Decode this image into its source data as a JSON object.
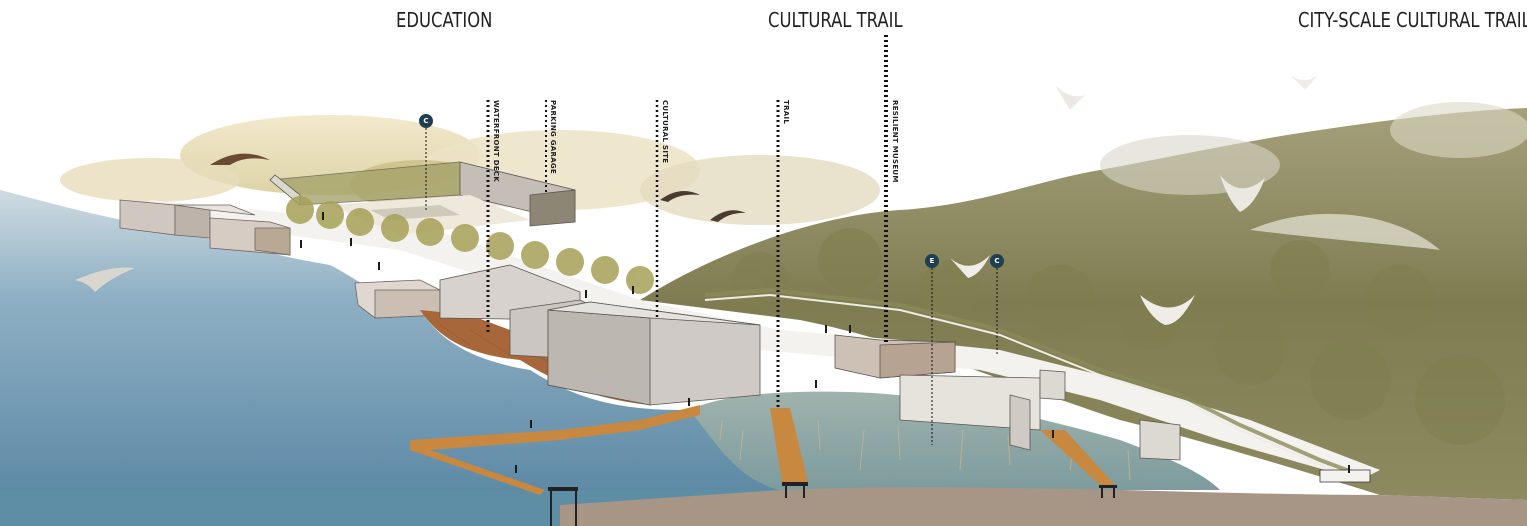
{
  "headings": {
    "education": "EDUCATION",
    "cultural_trail": "CULTURAL TRAIL",
    "city_scale": "CITY-SCALE CULTURAL TRAIL"
  },
  "callouts": [
    {
      "id": "waterfront_deck",
      "label": "WATERFRONT DECK"
    },
    {
      "id": "parking_garage",
      "label": "PARKING GARAGE"
    },
    {
      "id": "cultural_site",
      "label": "CULTURAL SITE"
    },
    {
      "id": "trail",
      "label": "TRAIL"
    },
    {
      "id": "resilient_museum",
      "label": "RESILIENT MUSEUM"
    }
  ],
  "markers": [
    {
      "id": "marker_c1",
      "letter": "C"
    },
    {
      "id": "marker_e",
      "letter": "E"
    },
    {
      "id": "marker_c2",
      "letter": "C"
    }
  ],
  "colors": {
    "water": "#6f9ab4",
    "water_light": "#b9cfdc",
    "hill": "#8a8a5a",
    "trees": "#a8a25e",
    "deck": "#a8673a",
    "building": "#c9c4c0",
    "ground": "#a79585",
    "marker": "#1f3e4f"
  }
}
